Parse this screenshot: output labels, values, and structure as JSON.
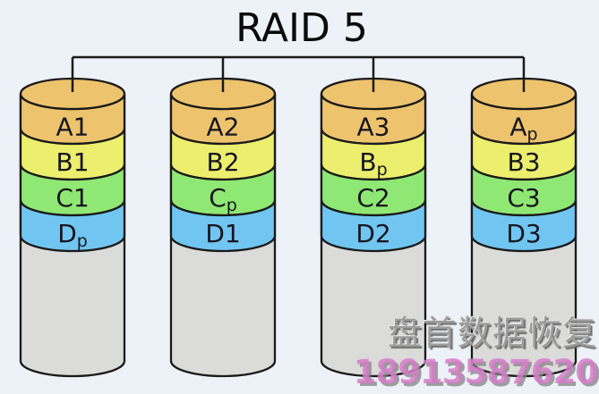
{
  "title": "RAID 5",
  "watermark": {
    "line1": "盘首数据恢复",
    "line2": "18913587620"
  },
  "colors": {
    "background": "#edf1f8",
    "outline": "#1a1a1a",
    "label_text": "#15151e",
    "row_a": "#eec36d",
    "row_b": "#ecee6d",
    "row_c": "#8fe873",
    "row_d": "#70c6f0",
    "body_gray": "#dbdbd9",
    "watermark_text": "#9d9d9d",
    "watermark_number": "#d57dc8"
  },
  "diagram": {
    "description": "RAID 5 striping with distributed parity across four disks",
    "disks": [
      {
        "name": "disk-1",
        "blocks": [
          {
            "main": "A1",
            "sub": ""
          },
          {
            "main": "B1",
            "sub": ""
          },
          {
            "main": "C1",
            "sub": ""
          },
          {
            "main": "D",
            "sub": "p"
          }
        ]
      },
      {
        "name": "disk-2",
        "blocks": [
          {
            "main": "A2",
            "sub": ""
          },
          {
            "main": "B2",
            "sub": ""
          },
          {
            "main": "C",
            "sub": "p"
          },
          {
            "main": "D1",
            "sub": ""
          }
        ]
      },
      {
        "name": "disk-3",
        "blocks": [
          {
            "main": "A3",
            "sub": ""
          },
          {
            "main": "B",
            "sub": "p"
          },
          {
            "main": "C2",
            "sub": ""
          },
          {
            "main": "D2",
            "sub": ""
          }
        ]
      },
      {
        "name": "disk-4",
        "blocks": [
          {
            "main": "A",
            "sub": "p"
          },
          {
            "main": "B3",
            "sub": ""
          },
          {
            "main": "C3",
            "sub": ""
          },
          {
            "main": "D3",
            "sub": ""
          }
        ]
      }
    ]
  }
}
